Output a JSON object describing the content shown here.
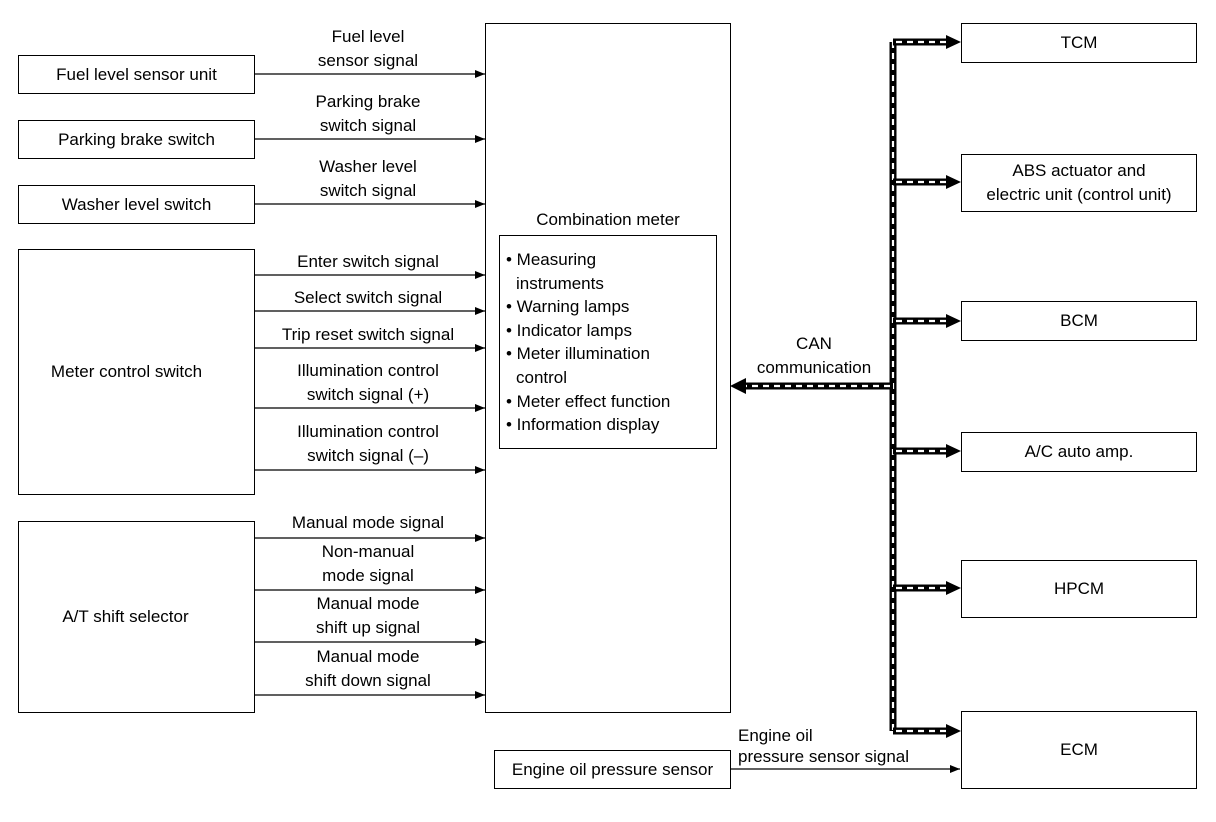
{
  "inputs": {
    "fuel_sensor": "Fuel level sensor unit",
    "parking_brake": "Parking brake switch",
    "washer_level": "Washer level switch",
    "meter_control": "Meter control switch",
    "at_selector": "A/T shift selector",
    "oil_sensor": "Engine oil pressure sensor"
  },
  "signals": {
    "fuel_1": "Fuel level",
    "fuel_2": "sensor signal",
    "brake_1": "Parking brake",
    "brake_2": "switch signal",
    "washer_1": "Washer level",
    "washer_2": "switch signal",
    "enter": "Enter switch signal",
    "select": "Select switch signal",
    "trip": "Trip reset switch signal",
    "illum_plus_1": "Illumination control",
    "illum_plus_2": "switch signal (+)",
    "illum_minus_1": "Illumination control",
    "illum_minus_2": "switch signal (–)",
    "manual_mode": "Manual mode signal",
    "nonmanual_1": "Non-manual",
    "nonmanual_2": "mode signal",
    "shift_up_1": "Manual mode",
    "shift_up_2": "shift up signal",
    "shift_down_1": "Manual mode",
    "shift_down_2": "shift down signal",
    "oil_1": "Engine oil",
    "oil_2": "pressure sensor signal"
  },
  "meter": {
    "title": "Combination meter",
    "functions": [
      "• Measuring",
      "  instruments",
      "• Warning lamps",
      "• Indicator lamps",
      "• Meter illumination",
      "  control",
      "• Meter effect function",
      "• Information display"
    ]
  },
  "can": {
    "line1": "CAN",
    "line2": "communication"
  },
  "units": {
    "tcm": "TCM",
    "abs_1": "ABS actuator and",
    "abs_2": "electric unit (control unit)",
    "bcm": "BCM",
    "ac": "A/C auto amp.",
    "hpcm": "HPCM",
    "ecm": "ECM"
  }
}
